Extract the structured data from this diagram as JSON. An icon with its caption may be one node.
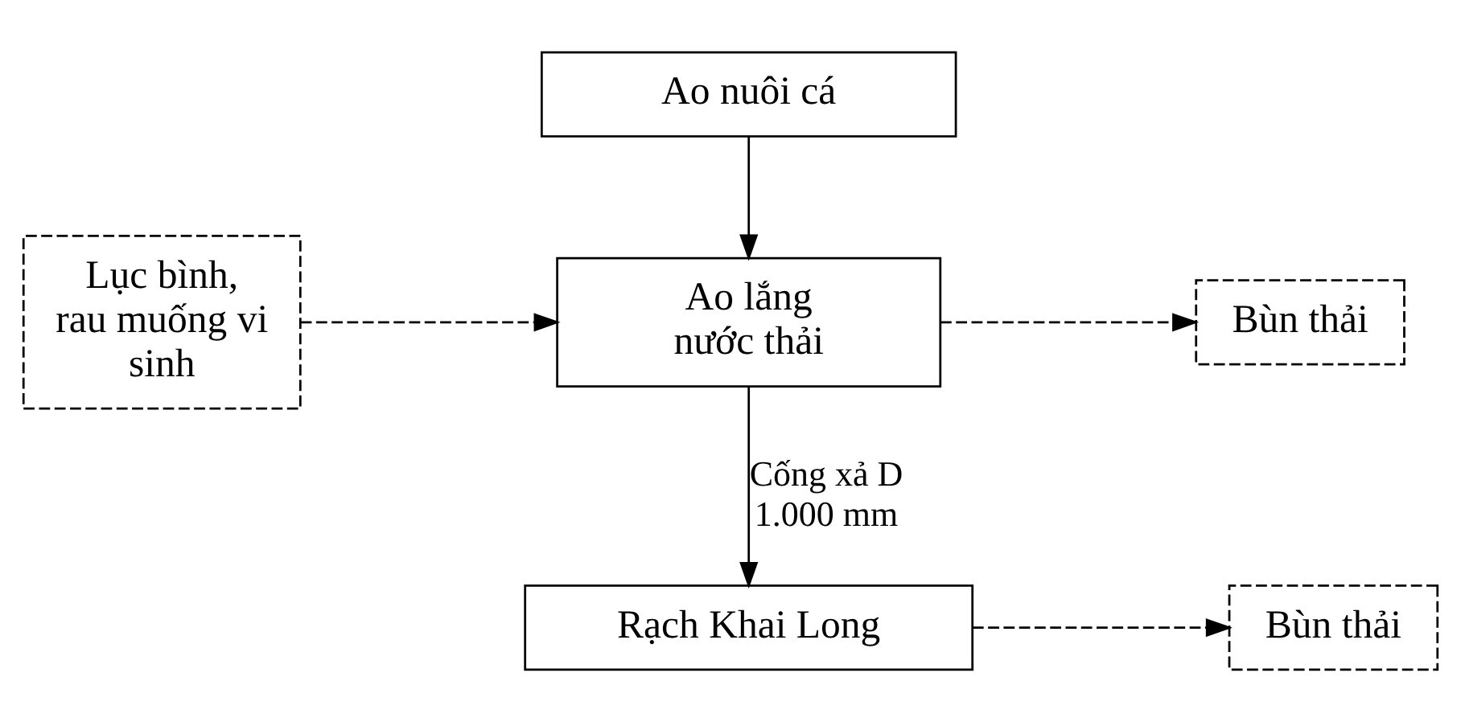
{
  "diagram": {
    "nodes": [
      {
        "text": [
          "Ao nuôi cá"
        ]
      },
      {
        "text": [
          "Lục bình, rau muống vi sinh"
        ]
      },
      {
        "text": [
          "Ao lắng nước thải"
        ]
      },
      {
        "text": [
          "Bùn thải"
        ]
      },
      {
        "text": [
          "Rạch Khai Long"
        ]
      },
      {
        "text": [
          "Bùn thải"
        ]
      }
    ],
    "edges": [
      {
        "from": 0,
        "to": 2,
        "arrow": "to"
      },
      {
        "from": 1,
        "to": 2,
        "arrow": "to",
        "style": "dashed"
      },
      {
        "from": 2,
        "to": 3,
        "arrow": "to",
        "style": "dashed"
      },
      {
        "from": 2,
        "to": 4,
        "arrow": "to",
        "label": "Cống xả D 1.000 mm"
      },
      {
        "from": 4,
        "to": 5,
        "arrow": "to",
        "style": "dashed"
      }
    ]
  }
}
